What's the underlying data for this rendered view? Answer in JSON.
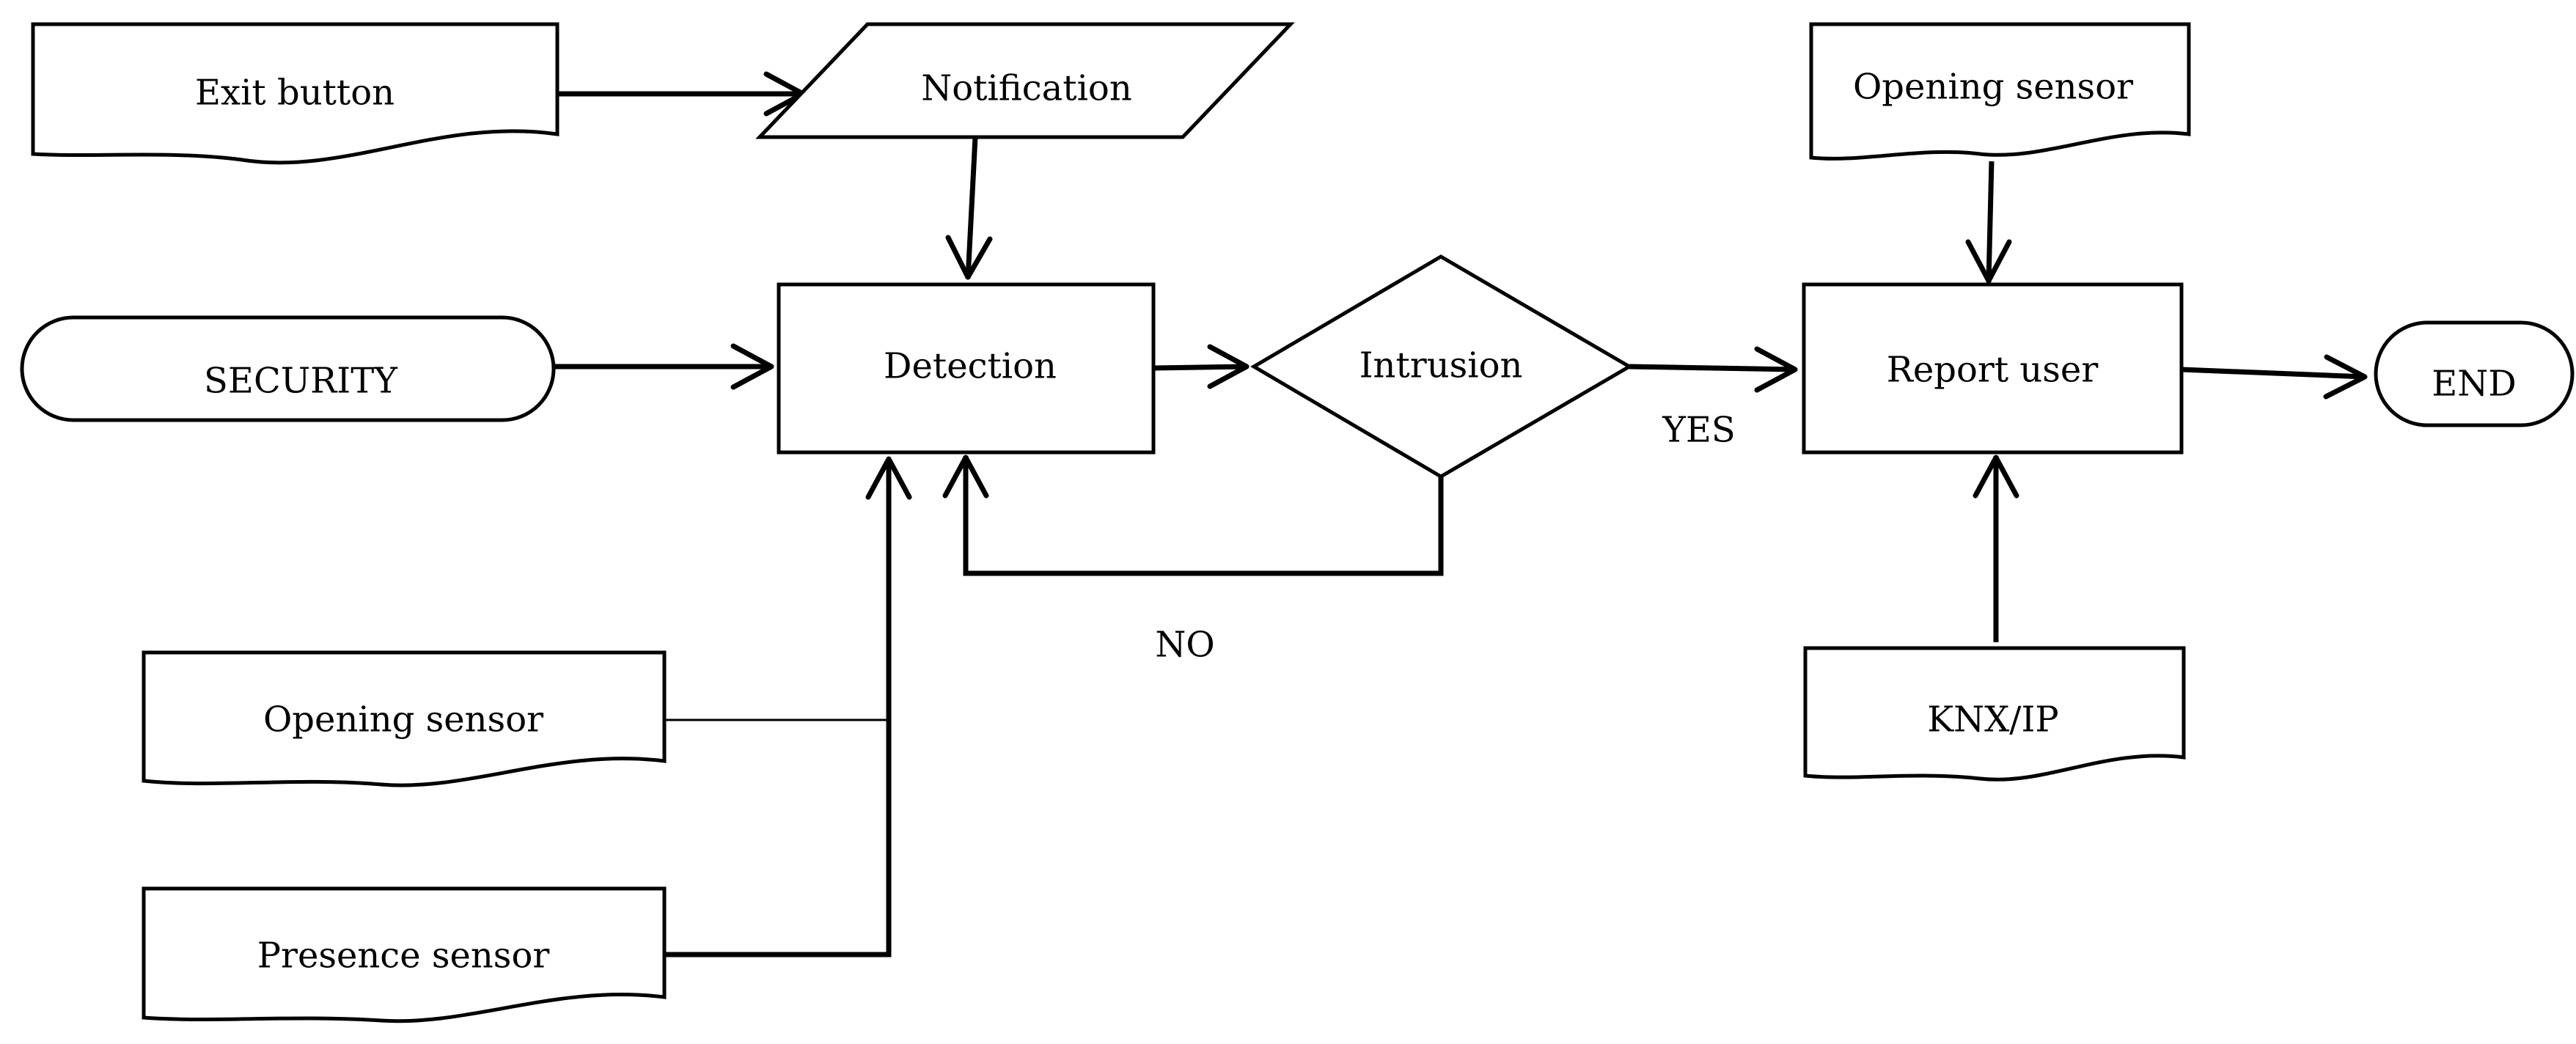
{
  "nodes": {
    "exit_button": {
      "label": "Exit button",
      "shape": "document"
    },
    "notification": {
      "label": "Notification",
      "shape": "data"
    },
    "security": {
      "label": "SECURITY",
      "shape": "terminator"
    },
    "detection": {
      "label": "Detection",
      "shape": "process"
    },
    "intrusion": {
      "label": "Intrusion",
      "shape": "decision"
    },
    "report_user": {
      "label": "Report user",
      "shape": "process"
    },
    "end": {
      "label": "END",
      "shape": "terminator"
    },
    "opening_sensor_top": {
      "label": "Opening sensor",
      "shape": "document"
    },
    "knx_ip": {
      "label": "KNX/IP",
      "shape": "document"
    },
    "opening_sensor_bottom": {
      "label": "Opening sensor",
      "shape": "document"
    },
    "presence_sensor": {
      "label": "Presence sensor",
      "shape": "document"
    }
  },
  "edge_labels": {
    "yes": "YES",
    "no": "NO"
  },
  "edges": [
    {
      "from": "exit_button",
      "to": "notification"
    },
    {
      "from": "notification",
      "to": "detection"
    },
    {
      "from": "security",
      "to": "detection"
    },
    {
      "from": "detection",
      "to": "intrusion"
    },
    {
      "from": "intrusion",
      "to": "report_user",
      "label": "YES"
    },
    {
      "from": "intrusion",
      "to": "detection",
      "label": "NO"
    },
    {
      "from": "opening_sensor_top",
      "to": "report_user"
    },
    {
      "from": "knx_ip",
      "to": "report_user"
    },
    {
      "from": "report_user",
      "to": "end"
    },
    {
      "from": "opening_sensor_bottom",
      "to": "detection"
    },
    {
      "from": "presence_sensor",
      "to": "detection"
    }
  ]
}
